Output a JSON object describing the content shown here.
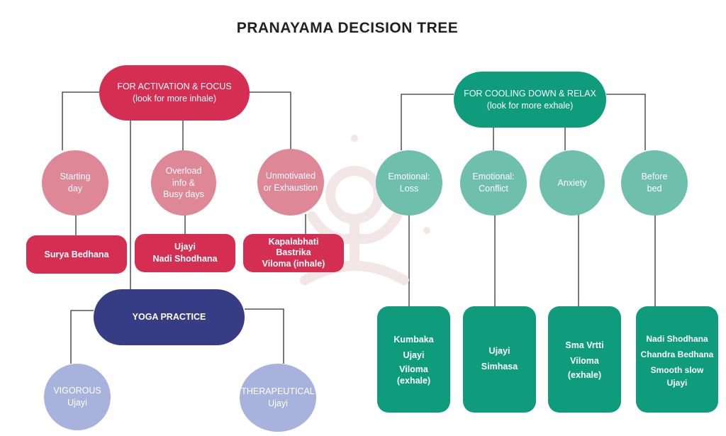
{
  "title": "PRANAYAMA DECISION TREE",
  "colors": {
    "activation": "#d42e52",
    "activation_light": "#dd8797",
    "yoga": "#363d84",
    "yoga_light": "#a8b3dd",
    "cooling": "#0f9c7c",
    "cooling_light": "#6fbfad",
    "connector": "#333333"
  },
  "activation": {
    "header": {
      "line1": "FOR ACTIVATION & FOCUS",
      "line2": "(look for more inhale)"
    },
    "branches": [
      {
        "situation": [
          "Starting",
          "day"
        ],
        "practice": [
          "Surya Bedhana"
        ]
      },
      {
        "situation": [
          "Overload",
          "info &",
          "Busy days"
        ],
        "practice": [
          "Ujayi",
          "Nadi Shodhana"
        ]
      },
      {
        "situation": [
          "Unmotivated",
          "or Exhaustion"
        ],
        "practice": [
          "Kapalabhati",
          "Bastrika",
          "Viloma (inhale)"
        ]
      }
    ]
  },
  "yoga": {
    "header": "YOGA PRACTICE",
    "branches": [
      {
        "line1": "VIGOROUS",
        "line2": "Ujayi"
      },
      {
        "line1": "THERAPEUTICAL",
        "line2": "Ujayi"
      }
    ]
  },
  "cooling": {
    "header": {
      "line1": "FOR COOLING DOWN & RELAX",
      "line2": "(look for more exhale)"
    },
    "branches": [
      {
        "situation": [
          "Emotional:",
          "Loss"
        ],
        "practice": [
          "Kumbaka",
          "Ujayi",
          "Viloma",
          "(exhale)"
        ]
      },
      {
        "situation": [
          "Emotional:",
          "Conflict"
        ],
        "practice": [
          "Ujayi",
          "Simhasa"
        ]
      },
      {
        "situation": [
          "Anxiety"
        ],
        "practice": [
          "Sma Vrtti",
          "Viloma",
          "(exhale)"
        ]
      },
      {
        "situation": [
          "Before",
          "bed"
        ],
        "practice": [
          "Nadi Shodhana",
          "Chandra Bedhana",
          "Smooth slow",
          "Ujayi"
        ]
      }
    ]
  }
}
